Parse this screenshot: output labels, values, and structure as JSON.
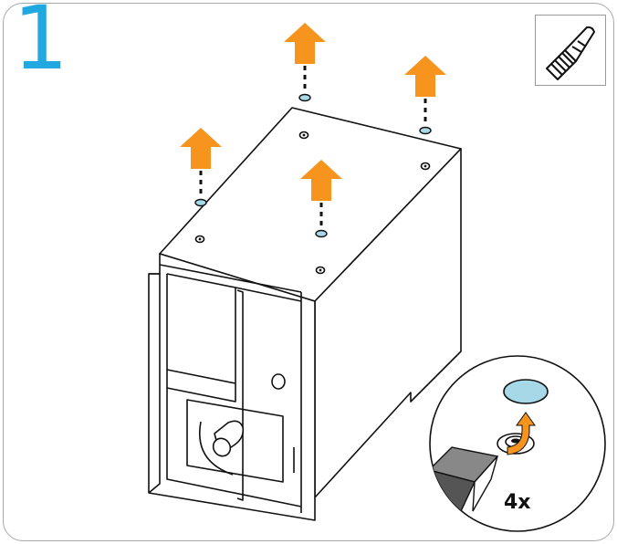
{
  "step": {
    "number": "1"
  },
  "tool": {
    "name": "utility-knife-icon"
  },
  "detail": {
    "quantity": "4x"
  },
  "colors": {
    "step_number": "#22a8e0",
    "arrow": "#f7941d",
    "cap": "#a6d8e8",
    "frame": "#a8a8a8",
    "line": "#111111"
  },
  "arrows": {
    "count": 4,
    "direction": "up"
  }
}
